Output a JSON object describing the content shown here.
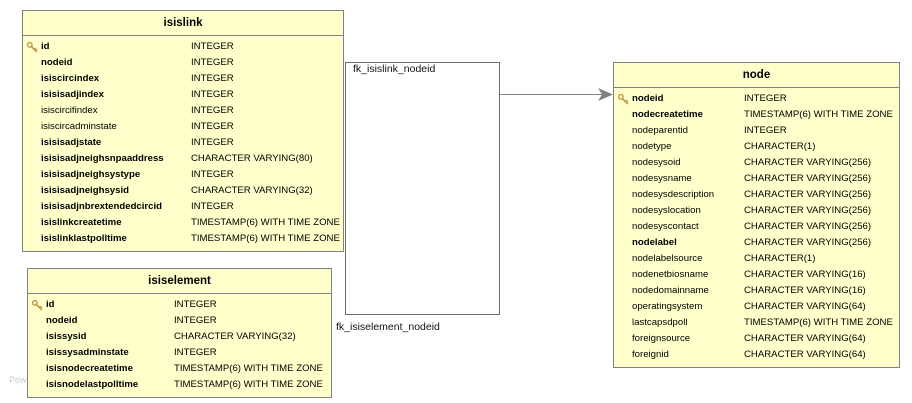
{
  "diagram": {
    "kind": "entity-relationship-diagram",
    "background_color": "#ffffff",
    "table_fill_color": "#ffffcc",
    "table_border_color": "#808080",
    "connector_fill_color": "#ffffff",
    "edge_color": "#808080",
    "key_icon_color": "#c8a05a",
    "watermark": "Pow"
  },
  "tables": [
    {
      "id": "isislink",
      "name": "isislink",
      "columns": [
        {
          "key": true,
          "name": "id",
          "type": "INTEGER",
          "not_null": true
        },
        {
          "key": false,
          "name": "nodeid",
          "type": "INTEGER",
          "not_null": true
        },
        {
          "key": false,
          "name": "isiscircindex",
          "type": "INTEGER",
          "not_null": true
        },
        {
          "key": false,
          "name": "isisisadjindex",
          "type": "INTEGER",
          "not_null": true
        },
        {
          "key": false,
          "name": "isiscircifindex",
          "type": "INTEGER",
          "not_null": false
        },
        {
          "key": false,
          "name": "isiscircadminstate",
          "type": "INTEGER",
          "not_null": false
        },
        {
          "key": false,
          "name": "isisisadjstate",
          "type": "INTEGER",
          "not_null": true
        },
        {
          "key": false,
          "name": "isisisadjneighsnpaaddress",
          "type": "CHARACTER VARYING(80)",
          "not_null": true
        },
        {
          "key": false,
          "name": "isisisadjneighsystype",
          "type": "INTEGER",
          "not_null": true
        },
        {
          "key": false,
          "name": "isisisadjneighsysid",
          "type": "CHARACTER VARYING(32)",
          "not_null": true
        },
        {
          "key": false,
          "name": "isisisadjnbrextendedcircid",
          "type": "INTEGER",
          "not_null": true
        },
        {
          "key": false,
          "name": "isislinkcreatetime",
          "type": "TIMESTAMP(6) WITH TIME ZONE",
          "not_null": true
        },
        {
          "key": false,
          "name": "isislinklastpolltime",
          "type": "TIMESTAMP(6) WITH TIME ZONE",
          "not_null": true
        }
      ]
    },
    {
      "id": "isiselement",
      "name": "isiselement",
      "columns": [
        {
          "key": true,
          "name": "id",
          "type": "INTEGER",
          "not_null": true
        },
        {
          "key": false,
          "name": "nodeid",
          "type": "INTEGER",
          "not_null": true
        },
        {
          "key": false,
          "name": "isissysid",
          "type": "CHARACTER VARYING(32)",
          "not_null": true
        },
        {
          "key": false,
          "name": "isissysadminstate",
          "type": "INTEGER",
          "not_null": true
        },
        {
          "key": false,
          "name": "isisnodecreatetime",
          "type": "TIMESTAMP(6) WITH TIME ZONE",
          "not_null": true
        },
        {
          "key": false,
          "name": "isisnodelastpolltime",
          "type": "TIMESTAMP(6) WITH TIME ZONE",
          "not_null": true
        }
      ]
    },
    {
      "id": "node",
      "name": "node",
      "columns": [
        {
          "key": true,
          "name": "nodeid",
          "type": "INTEGER",
          "not_null": true
        },
        {
          "key": false,
          "name": "nodecreatetime",
          "type": "TIMESTAMP(6) WITH TIME ZONE",
          "not_null": true
        },
        {
          "key": false,
          "name": "nodeparentid",
          "type": "INTEGER",
          "not_null": false
        },
        {
          "key": false,
          "name": "nodetype",
          "type": "CHARACTER(1)",
          "not_null": false
        },
        {
          "key": false,
          "name": "nodesysoid",
          "type": "CHARACTER VARYING(256)",
          "not_null": false
        },
        {
          "key": false,
          "name": "nodesysname",
          "type": "CHARACTER VARYING(256)",
          "not_null": false
        },
        {
          "key": false,
          "name": "nodesysdescription",
          "type": "CHARACTER VARYING(256)",
          "not_null": false
        },
        {
          "key": false,
          "name": "nodesyslocation",
          "type": "CHARACTER VARYING(256)",
          "not_null": false
        },
        {
          "key": false,
          "name": "nodesyscontact",
          "type": "CHARACTER VARYING(256)",
          "not_null": false
        },
        {
          "key": false,
          "name": "nodelabel",
          "type": "CHARACTER VARYING(256)",
          "not_null": true
        },
        {
          "key": false,
          "name": "nodelabelsource",
          "type": "CHARACTER(1)",
          "not_null": false
        },
        {
          "key": false,
          "name": "nodenetbiosname",
          "type": "CHARACTER VARYING(16)",
          "not_null": false
        },
        {
          "key": false,
          "name": "nodedomainname",
          "type": "CHARACTER VARYING(16)",
          "not_null": false
        },
        {
          "key": false,
          "name": "operatingsystem",
          "type": "CHARACTER VARYING(64)",
          "not_null": false
        },
        {
          "key": false,
          "name": "lastcapsdpoll",
          "type": "TIMESTAMP(6) WITH TIME ZONE",
          "not_null": false
        },
        {
          "key": false,
          "name": "foreignsource",
          "type": "CHARACTER VARYING(64)",
          "not_null": false
        },
        {
          "key": false,
          "name": "foreignid",
          "type": "CHARACTER VARYING(64)",
          "not_null": false
        }
      ]
    }
  ],
  "relationships": [
    {
      "id": "fk_isislink_nodeid",
      "label": "fk_isislink_nodeid",
      "from": "isislink",
      "to": "node",
      "to_column": "nodeid"
    },
    {
      "id": "fk_isiselement_nodeid",
      "label": "fk_isiselement_nodeid",
      "from": "isiselement",
      "to": "node",
      "to_column": "nodeid"
    }
  ]
}
